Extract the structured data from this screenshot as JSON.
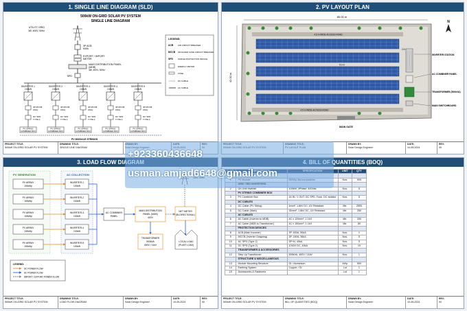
{
  "sld": {
    "heading": "1. SINGLE LINE DIAGRAM (SLD)",
    "title_line1": "500kW ON-GRID SOLAR PV SYSTEM",
    "title_line2": "SINGLE LINE DIAGRAM",
    "utility_label": "UTILITY GRID",
    "utility_spec": "3Ø, 400V, 50Hz",
    "acb_label": "3P ACB",
    "acb_spec": "630A",
    "meter_label1": "EXPORT / IMPORT",
    "meter_label2": "METER",
    "mdp_label1": "MAIN DISTRIBUTION PANEL",
    "mdp_label2": "(MDB)",
    "mdp_spec": "3Ø, 400V, 50Hz",
    "spd_label": "SPD",
    "inverters": [
      {
        "name": "INVERTER 1",
        "kw": "100kW"
      },
      {
        "name": "INVERTER 2",
        "kw": "100kW"
      },
      {
        "name": "INVERTER 3",
        "kw": "100kW"
      },
      {
        "name": "INVERTER 4",
        "kw": "100kW"
      },
      {
        "name": "INVERTER 5",
        "kw": "100kW"
      }
    ],
    "mccb_label": "3P MCCB",
    "mccb_rating": "160A",
    "dc_spd_label": "DC SPD",
    "dc_spd_type": "TYPE 2",
    "combiner_label1": "PV STRING",
    "combiner_label2": "COMBINER BOX",
    "pv_modules": "PV MODULE STRINGS",
    "legend_title": "LEGEND",
    "legend": [
      {
        "code": "ACB",
        "desc": "AIR CIRCUIT BREAKER"
      },
      {
        "code": "MCCB",
        "desc": "MOULDED CASE CIRCUIT BREAKER"
      },
      {
        "code": "SPD",
        "desc": "SURGE PROTECTION DEVICE"
      },
      {
        "code": "",
        "desc": "ENERGY METER"
      },
      {
        "code": "",
        "desc": "FUSE"
      },
      {
        "code": "",
        "desc": "DC CABLE"
      },
      {
        "code": "",
        "desc": "AC CABLE"
      }
    ],
    "tb": {
      "project_label": "PROJECT TITLE:",
      "project": "500kW ON-GRID SOLAR PV SYSTEM",
      "drawing_label": "DRAWING TITLE:",
      "drawing": "SINGLE LINE DIAGRAM",
      "drawn_label": "DRAWN BY:",
      "drawn": "Solar Design Engineer",
      "date_label": "DATE:",
      "date": "10-05-2024",
      "rev_label": "REV:",
      "rev": "00"
    }
  },
  "layout": {
    "heading": "2. PV LAYOUT PLAN",
    "dim_width": "85.00 m",
    "dim_height": "42.00 m",
    "road_top": "4.5 m WIDE ACCESS ROAD",
    "road_bottom": "4.5 m WIDE ACCESS ROAD",
    "row_gap": "5.0 m",
    "edge_gap": "2.5 m",
    "inverter_station": "INVERTER STATION",
    "ac_combiner": "AC COMBINER PANEL",
    "transformer": "TRANSFORMER (500kVA)",
    "switchboard": "MAIN SWITCHBOARD",
    "main_gate": "MAIN GATE",
    "north": "N",
    "tb": {
      "project_label": "PROJECT TITLE:",
      "project": "500kW ON-GRID SOLAR PV SYSTEM",
      "drawing_label": "DRAWING TITLE:",
      "drawing": "PV LAYOUT PLAN",
      "drawn_label": "DRAWN BY:",
      "drawn": "Solar Design Engineer",
      "date_label": "DATE:",
      "date": "10-05-2024",
      "rev_label": "REV:",
      "rev": "00"
    }
  },
  "loadflow": {
    "heading": "3. LOAD FLOW DIAGRAM",
    "pv_generation": "PV GENERATION",
    "ac_collection": "AC COLLECTION",
    "arrays": [
      {
        "name": "PV ARRAY",
        "kw": "100kWp"
      },
      {
        "name": "PV ARRAY",
        "kw": "100kWp"
      },
      {
        "name": "PV ARRAY",
        "kw": "100kWp"
      },
      {
        "name": "PV ARRAY",
        "kw": "100kWp"
      },
      {
        "name": "PV ARRAY",
        "kw": "100kWp"
      }
    ],
    "inverters": [
      {
        "name": "INVERTER-1",
        "kw": "100kW"
      },
      {
        "name": "INVERTER-2",
        "kw": "100kW"
      },
      {
        "name": "INVERTER-3",
        "kw": "100kW"
      },
      {
        "name": "INVERTER-4",
        "kw": "100kW"
      },
      {
        "name": "INVERTER-5",
        "kw": "100kW"
      }
    ],
    "ac_combiner1": "AC COMBINER",
    "ac_combiner2": "PANEL",
    "mdp1": "MAIN DISTRIBUTION",
    "mdp2": "PANEL (MDB)",
    "mdp3": "400V",
    "transformer1": "TRANSFORMER",
    "transformer2": "500kVA",
    "transformer3": "400V / 11kV",
    "utility1": "UTILITY GRID",
    "utility2": "11kV, 50Hz",
    "netmeter1": "NET METER",
    "netmeter2": "(BI-DIRECTIONAL)",
    "load1": "LOCAL LOAD",
    "load2": "(PLANT LOAD)",
    "legend_title": "LEGEND:",
    "legend": [
      "DC POWER FLOW",
      "AC POWER FLOW",
      "IMPORT / EXPORT POWER FLOW"
    ],
    "tb": {
      "project_label": "PROJECT TITLE:",
      "project": "500kW ON-GRID SOLAR PV SYSTEM",
      "drawing_label": "DRAWING TITLE:",
      "drawing": "LOAD FLOW DIAGRAM",
      "drawn_label": "DRAWN BY:",
      "drawn": "Solar Design Engineer",
      "date_label": "DATE:",
      "date": "10-05-2024",
      "rev_label": "REV:",
      "rev": "00"
    }
  },
  "boq": {
    "heading": "4. BILL OF QUANTITIES (BOQ)",
    "columns": [
      "S. NO.",
      "DESCRIPTION",
      "SPECIFICATION",
      "UNIT",
      "QTY"
    ],
    "rows": [
      {
        "type": "section",
        "no": "",
        "desc": "PV MODULES",
        "spec": "",
        "unit": "",
        "qty": ""
      },
      {
        "type": "item",
        "no": "1",
        "desc": "PV Module",
        "spec": "550Wp Monocrystalline",
        "unit": "Nos.",
        "qty": "909"
      },
      {
        "type": "section",
        "no": "",
        "desc": "GRID TIED INVERTERS",
        "spec": "",
        "unit": "",
        "qty": ""
      },
      {
        "type": "item",
        "no": "2",
        "desc": "On-Grid Inverter",
        "spec": "100kW, 3Phase, 400Vac",
        "unit": "Nos.",
        "qty": "5"
      },
      {
        "type": "section",
        "no": "",
        "desc": "PV STRING COMBINER BOX",
        "spec": "",
        "unit": "",
        "qty": ""
      },
      {
        "type": "item",
        "no": "3",
        "desc": "PV Combiner Box",
        "spec": "16 IN / 1 OUT, DC SPD, Fuse, DC Isolator",
        "unit": "Nos.",
        "qty": "5"
      },
      {
        "type": "section",
        "no": "",
        "desc": "DC CABLES",
        "spec": "",
        "unit": "",
        "qty": ""
      },
      {
        "type": "item",
        "no": "4",
        "desc": "DC Cable (PV String)",
        "spec": "4mm², 1.8kV DC, UV Resistant",
        "unit": "Mtr.",
        "qty": "2500"
      },
      {
        "type": "item",
        "no": "5",
        "desc": "DC Cable (Main)",
        "spec": "35mm², 1.8kV DC, UV Resistant",
        "unit": "Mtr.",
        "qty": "250"
      },
      {
        "type": "section",
        "no": "",
        "desc": "AC CABLES",
        "spec": "",
        "unit": "",
        "qty": ""
      },
      {
        "type": "item",
        "no": "6",
        "desc": "AC Cable (Inverter to MDB)",
        "spec": "4C x 120mm², 1.1kV",
        "unit": "Mtr.",
        "qty": "200"
      },
      {
        "type": "item",
        "no": "7",
        "desc": "AC Cable (MDB to Transformer)",
        "spec": "4C x 150mm², 1.1kV",
        "unit": "Mtr.",
        "qty": "80"
      },
      {
        "type": "section",
        "no": "",
        "desc": "PROTECTION DEVICES",
        "spec": "",
        "unit": "",
        "qty": ""
      },
      {
        "type": "item",
        "no": "8",
        "desc": "ACB (Main Incomer)",
        "spec": "3P, 630A, 50kA",
        "unit": "Nos.",
        "qty": "1"
      },
      {
        "type": "item",
        "no": "9",
        "desc": "MCCB (Inverter Outgoing)",
        "spec": "3P, 160A, 36kA",
        "unit": "Nos.",
        "qty": "5"
      },
      {
        "type": "item",
        "no": "10",
        "desc": "AC SPD (Type 2)",
        "spec": "3P+N, 40kA",
        "unit": "Nos.",
        "qty": "5"
      },
      {
        "type": "item",
        "no": "11",
        "desc": "DC SPD (Type 2)",
        "spec": "1000V DC, 40kA",
        "unit": "Nos.",
        "qty": "10"
      },
      {
        "type": "section",
        "no": "",
        "desc": "TRANSFORMER & ACCESSORIES",
        "spec": "",
        "unit": "",
        "qty": ""
      },
      {
        "type": "item",
        "no": "12",
        "desc": "Step Up Transformer",
        "spec": "500kVA, 400V / 11kV",
        "unit": "Nos.",
        "qty": "1"
      },
      {
        "type": "section",
        "no": "",
        "desc": "STRUCTURE & MISCELLANEOUS",
        "spec": "",
        "unit": "",
        "qty": ""
      },
      {
        "type": "item",
        "no": "13",
        "desc": "Module Mounting Structure",
        "spec": "GI / Aluminium",
        "unit": "kWp",
        "qty": "500"
      },
      {
        "type": "item",
        "no": "14",
        "desc": "Earthing System",
        "spec": "Copper / GI",
        "unit": "Lot",
        "qty": "1"
      },
      {
        "type": "item",
        "no": "15",
        "desc": "Accessories & Fasteners",
        "spec": "",
        "unit": "Lot",
        "qty": "1"
      }
    ],
    "tb": {
      "project_label": "PROJECT TITLE:",
      "project": "500kW ON-GRID SOLAR PV SYSTEM",
      "drawing_label": "DRAWING TITLE:",
      "drawing": "BILL OF QUANTITIES (BOQ)",
      "drawn_label": "DRAWN BY:",
      "drawn": "Solar Design Engineer",
      "date_label": "DATE:",
      "date": "10-05-2024",
      "rev_label": "REV:",
      "rev": "00"
    }
  },
  "watermark": {
    "phone": "+923360436648",
    "email": "usman.amjad6648@gmail.com"
  },
  "colors": {
    "header": "#1f4e79",
    "pv_panel": "#2f5aa8",
    "dc_flow": "#e08a1e",
    "ac_flow": "#2a5bd7",
    "import_flow": "#7a7a7a"
  }
}
